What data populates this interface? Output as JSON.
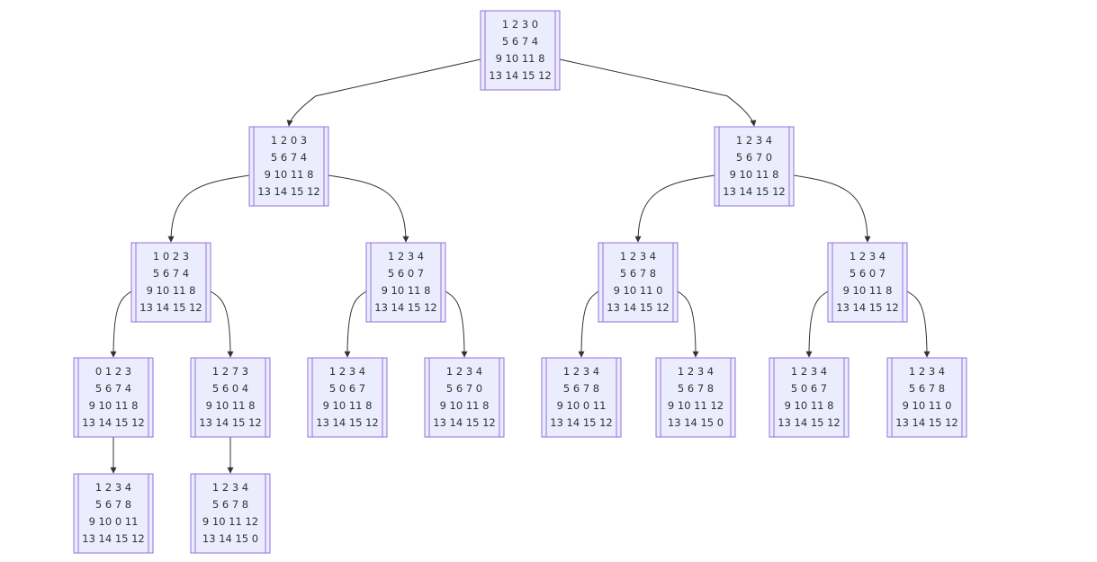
{
  "nodes": [
    {
      "id": "root",
      "rows": [
        "1 2 3 0",
        "5 6 7 4",
        "9 10 11 8",
        "13 14 15 12"
      ]
    },
    {
      "id": "l1a",
      "rows": [
        "1 2 0 3",
        "5 6 7 4",
        "9 10 11 8",
        "13 14 15 12"
      ]
    },
    {
      "id": "l1b",
      "rows": [
        "1 2 3 4",
        "5 6 7 0",
        "9 10 11 8",
        "13 14 15 12"
      ]
    },
    {
      "id": "l2a",
      "rows": [
        "1 0 2 3",
        "5 6 7 4",
        "9 10 11 8",
        "13 14 15 12"
      ]
    },
    {
      "id": "l2b",
      "rows": [
        "1 2 3 4",
        "5 6 0 7",
        "9 10 11 8",
        "13 14 15 12"
      ]
    },
    {
      "id": "l2c",
      "rows": [
        "1 2 3 4",
        "5 6 7 8",
        "9 10 11 0",
        "13 14 15 12"
      ]
    },
    {
      "id": "l2d",
      "rows": [
        "1 2 3 4",
        "5 6 0 7",
        "9 10 11 8",
        "13 14 15 12"
      ]
    },
    {
      "id": "l3a",
      "rows": [
        "0 1 2 3",
        "5 6 7 4",
        "9 10 11 8",
        "13 14 15 12"
      ]
    },
    {
      "id": "l3b",
      "rows": [
        "1 2 7 3",
        "5 6 0 4",
        "9 10 11 8",
        "13 14 15 12"
      ]
    },
    {
      "id": "l3c",
      "rows": [
        "1 2 3 4",
        "5 0 6 7",
        "9 10 11 8",
        "13 14 15 12"
      ]
    },
    {
      "id": "l3d",
      "rows": [
        "1 2 3 4",
        "5 6 7 0",
        "9 10 11 8",
        "13 14 15 12"
      ]
    },
    {
      "id": "l3e",
      "rows": [
        "1 2 3 4",
        "5 6 7 8",
        "9 10 0 11",
        "13 14 15 12"
      ]
    },
    {
      "id": "l3f",
      "rows": [
        "1 2 3 4",
        "5 6 7 8",
        "9 10 11 12",
        "13 14 15 0"
      ]
    },
    {
      "id": "l3g",
      "rows": [
        "1 2 3 4",
        "5 0 6 7",
        "9 10 11 8",
        "13 14 15 12"
      ]
    },
    {
      "id": "l3h",
      "rows": [
        "1 2 3 4",
        "5 6 7 8",
        "9 10 11 0",
        "13 14 15 12"
      ]
    },
    {
      "id": "l4a",
      "rows": [
        "1 2 3 4",
        "5 6 7 8",
        "9 10 0 11",
        "13 14 15 12"
      ]
    },
    {
      "id": "l4b",
      "rows": [
        "1 2 3 4",
        "5 6 7 8",
        "9 10 11 12",
        "13 14 15 0"
      ]
    }
  ],
  "edges": [
    [
      "root",
      "l1a"
    ],
    [
      "root",
      "l1b"
    ],
    [
      "l1a",
      "l2a"
    ],
    [
      "l1a",
      "l2b"
    ],
    [
      "l1b",
      "l2c"
    ],
    [
      "l1b",
      "l2d"
    ],
    [
      "l2a",
      "l3a"
    ],
    [
      "l2a",
      "l3b"
    ],
    [
      "l2b",
      "l3c"
    ],
    [
      "l2b",
      "l3d"
    ],
    [
      "l2c",
      "l3e"
    ],
    [
      "l2c",
      "l3f"
    ],
    [
      "l2d",
      "l3g"
    ],
    [
      "l2d",
      "l3h"
    ],
    [
      "l3a",
      "l4a"
    ],
    [
      "l3b",
      "l4b"
    ]
  ],
  "colors": {
    "node_fill": "#ececff",
    "node_stroke": "#9370db",
    "edge": "#333333",
    "text": "#333333"
  }
}
